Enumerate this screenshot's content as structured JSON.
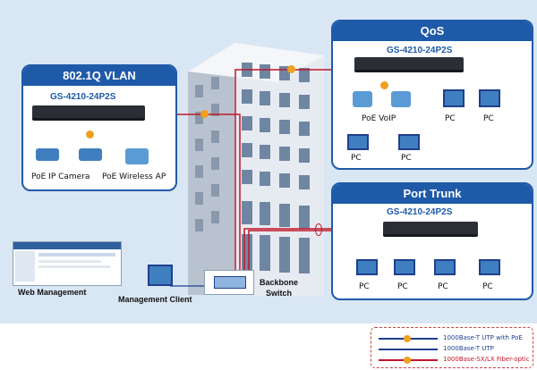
{
  "qos": {
    "title": "QoS",
    "model": "GS-4210-24P2S",
    "labels": [
      "PoE VoIP",
      "PC",
      "PC",
      "PC",
      "PC"
    ]
  },
  "vlan": {
    "title": "802.1Q VLAN",
    "model": "GS-4210-24P2S",
    "camera_label": "PoE IP Camera",
    "ap_label": "PoE Wireless AP"
  },
  "trunk": {
    "title": "Port Trunk",
    "model": "GS-4210-24P2S",
    "labels": [
      "PC",
      "PC",
      "PC",
      "PC"
    ]
  },
  "web_management": "Web Management",
  "management_client": "Management Client",
  "backbone": [
    "Backbone",
    "Switch"
  ],
  "legend": {
    "items": [
      {
        "label": "1000Base-T UTP with PoE",
        "color": "#1f3f8f"
      },
      {
        "label": "1000Base-T UTP",
        "color": "#1f3f8f"
      },
      {
        "label": "1000Base-SX/LX Fiber-optic",
        "color": "#c0162b"
      }
    ]
  },
  "colors": {
    "brand": "#1f5aa8",
    "fiber": "#c0162b",
    "poe": "#f0a020",
    "utp": "#1f3f8f"
  }
}
